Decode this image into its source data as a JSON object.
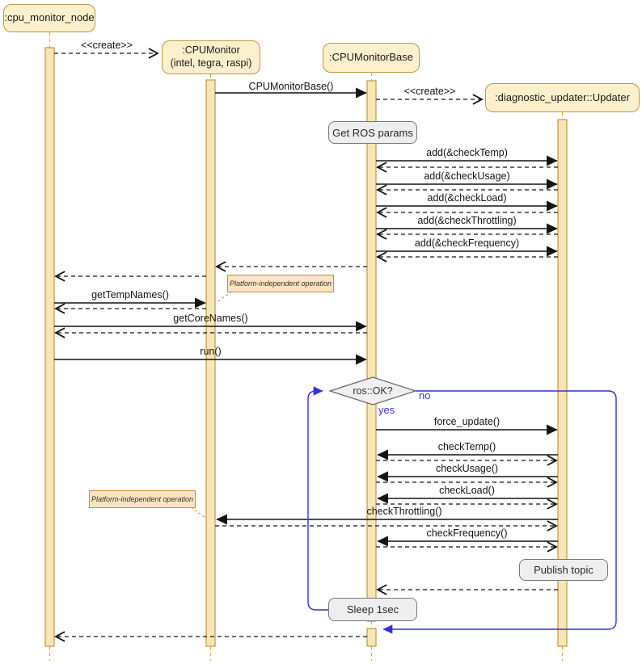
{
  "participants": [
    {
      "name": ":cpu_monitor_node"
    },
    {
      "name": ":CPUMonitor",
      "sub": "(intel, tegra, raspi)"
    },
    {
      "name": ":CPUMonitorBase"
    },
    {
      "name": ":diagnostic_updater::Updater"
    }
  ],
  "stereotypes": {
    "create": "<<create>>"
  },
  "messages": {
    "cpu_monitor_base": "CPUMonitorBase()",
    "add_check_temp": "add(&checkTemp)",
    "add_check_usage": "add(&checkUsage)",
    "add_check_load": "add(&checkLoad)",
    "add_check_throttling": "add(&checkThrottling)",
    "add_check_frequency": "add(&checkFrequency)",
    "get_temp_names": "getTempNames()",
    "get_core_names": "getCoreNames()",
    "run": "run()",
    "force_update": "force_update()",
    "check_temp": "checkTemp()",
    "check_usage": "checkUsage()",
    "check_load": "checkLoad()",
    "check_throttling": "checkThrottling()",
    "check_frequency": "checkFrequency()"
  },
  "actions": {
    "get_ros_params": "Get ROS params",
    "publish_topic": "Publish topic",
    "sleep_1sec": "Sleep 1sec"
  },
  "notes": {
    "platform_independent": "Platform-independent operation"
  },
  "decision": {
    "condition": "ros::OK?",
    "yes_label": "yes",
    "no_label": "no"
  },
  "colors": {
    "participant_fill": "#FBF0CC",
    "participant_border": "#C09645",
    "activation_fill": "#F8E7B4",
    "lifeline": "#D9A944",
    "note_fill": "#FBE4C2",
    "note_border": "#C9912C",
    "action_fill": "#EEEEEE",
    "action_border": "#777777",
    "arrow": "#141414",
    "control_blue": "#3232DC",
    "diamond_fill": "#F0F0F0",
    "diamond_border": "#666666",
    "text": "#1B1B1B"
  }
}
